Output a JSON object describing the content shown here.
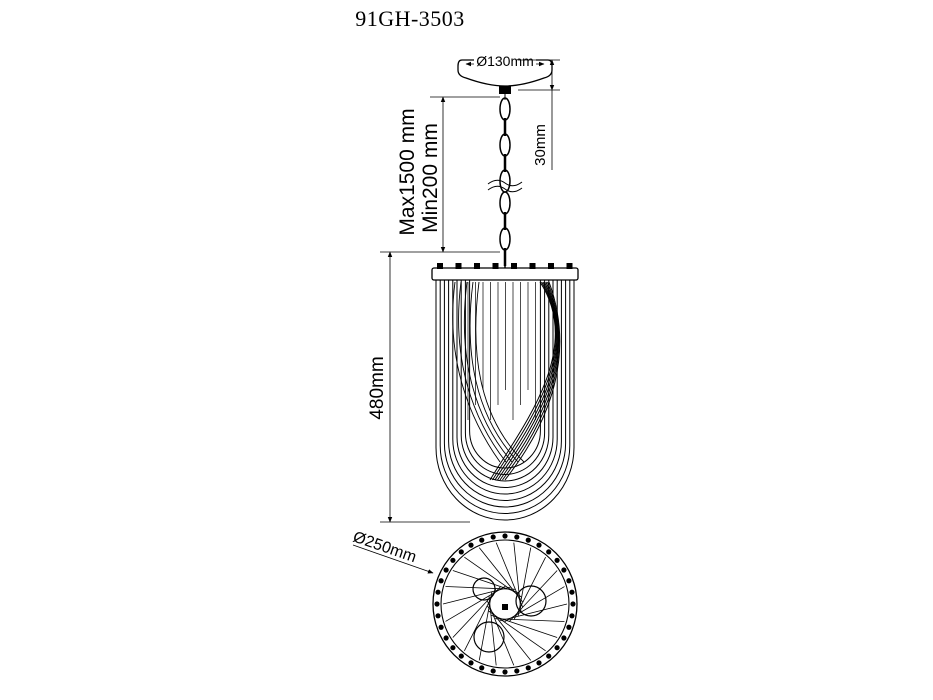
{
  "model": "91GH-3503",
  "dimensions": {
    "canopy_diameter": "Ø130mm",
    "canopy_height": "30mm",
    "chain_max": "Max1500 mm",
    "chain_min": "Min200 mm",
    "body_height": "480mm",
    "body_diameter": "Ø250mm"
  },
  "colors": {
    "line": "#000000",
    "background": "#ffffff"
  }
}
